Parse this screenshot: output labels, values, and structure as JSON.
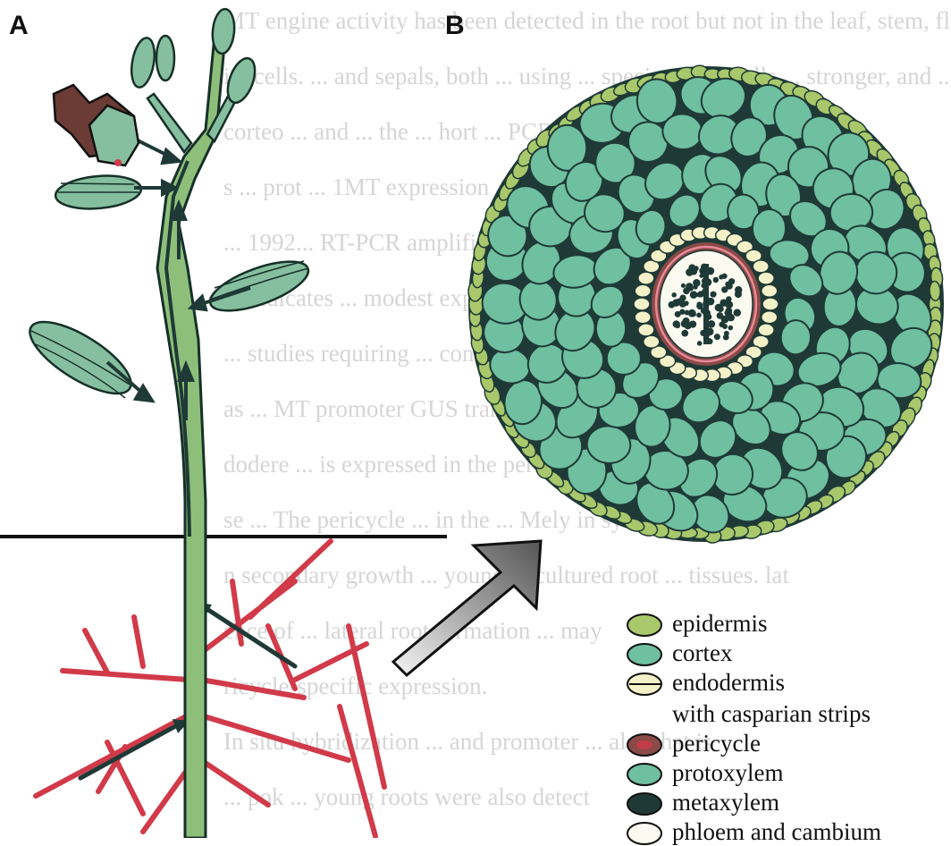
{
  "panels": {
    "a_label": "A",
    "b_label": "B"
  },
  "legend": {
    "items": [
      {
        "label": "epidermis",
        "color": "#a9c86b"
      },
      {
        "label": "cortex",
        "color": "#6fbfa1"
      },
      {
        "label": "endodermis",
        "color": "#f4f1c8"
      },
      {
        "label": "pericycle",
        "color": "#8a4a48"
      },
      {
        "label": "protoxylem",
        "color": "#6fbfa1"
      },
      {
        "label": "metaxylem",
        "color": "#1f3a36"
      },
      {
        "label": "phloem and cambium",
        "color": "#fbfaf0"
      }
    ],
    "endodermis_sub": "with casparian strips"
  },
  "colors": {
    "stem": "#8dbf7a",
    "leaf": "#86bf9f",
    "root_red": "#d13a49",
    "arrow_dark": "#1f3a36",
    "flower": "#6b3b35"
  },
  "background_text": [
    "MT engine activity has been detected in the root but not in the leaf, stem, flower",
    "ict cells. ... and sepals, both ... using ... specimens ... cells ... stronger, and ...",
    "corteo ... and ... the ... hort ... PCR analyses ... MAA",
    "s ... prot ... 1MT expression ... a p",
    "... 1992... RT-PCR amplification ...",
    "... indicates ... modest expressi",
    "... studies requiring ... constitu",
    "as ... MT promoter GUS transgene express",
    "dodere ... is expressed in the pericycle cells in th",
    "se ... The pericycle ... in the ... Mely in syst",
    "n secondary growth ... young ... cultured root ... tissues. lat",
    "ence of ... lateral root formation ... may",
    "ricycle-specific expression.",
    "In situ hybridization ... and promoter ... also that is",
    "... pok ... young roots were also detect"
  ]
}
